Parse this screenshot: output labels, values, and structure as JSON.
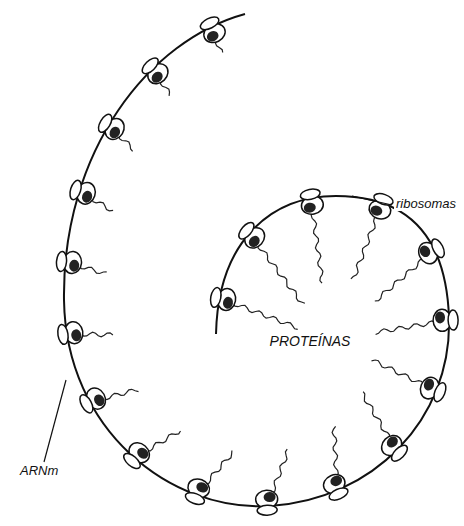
{
  "diagram": {
    "labels": [
      "ribosomas",
      "PROTEÍNAS",
      "ARNm"
    ]
  }
}
